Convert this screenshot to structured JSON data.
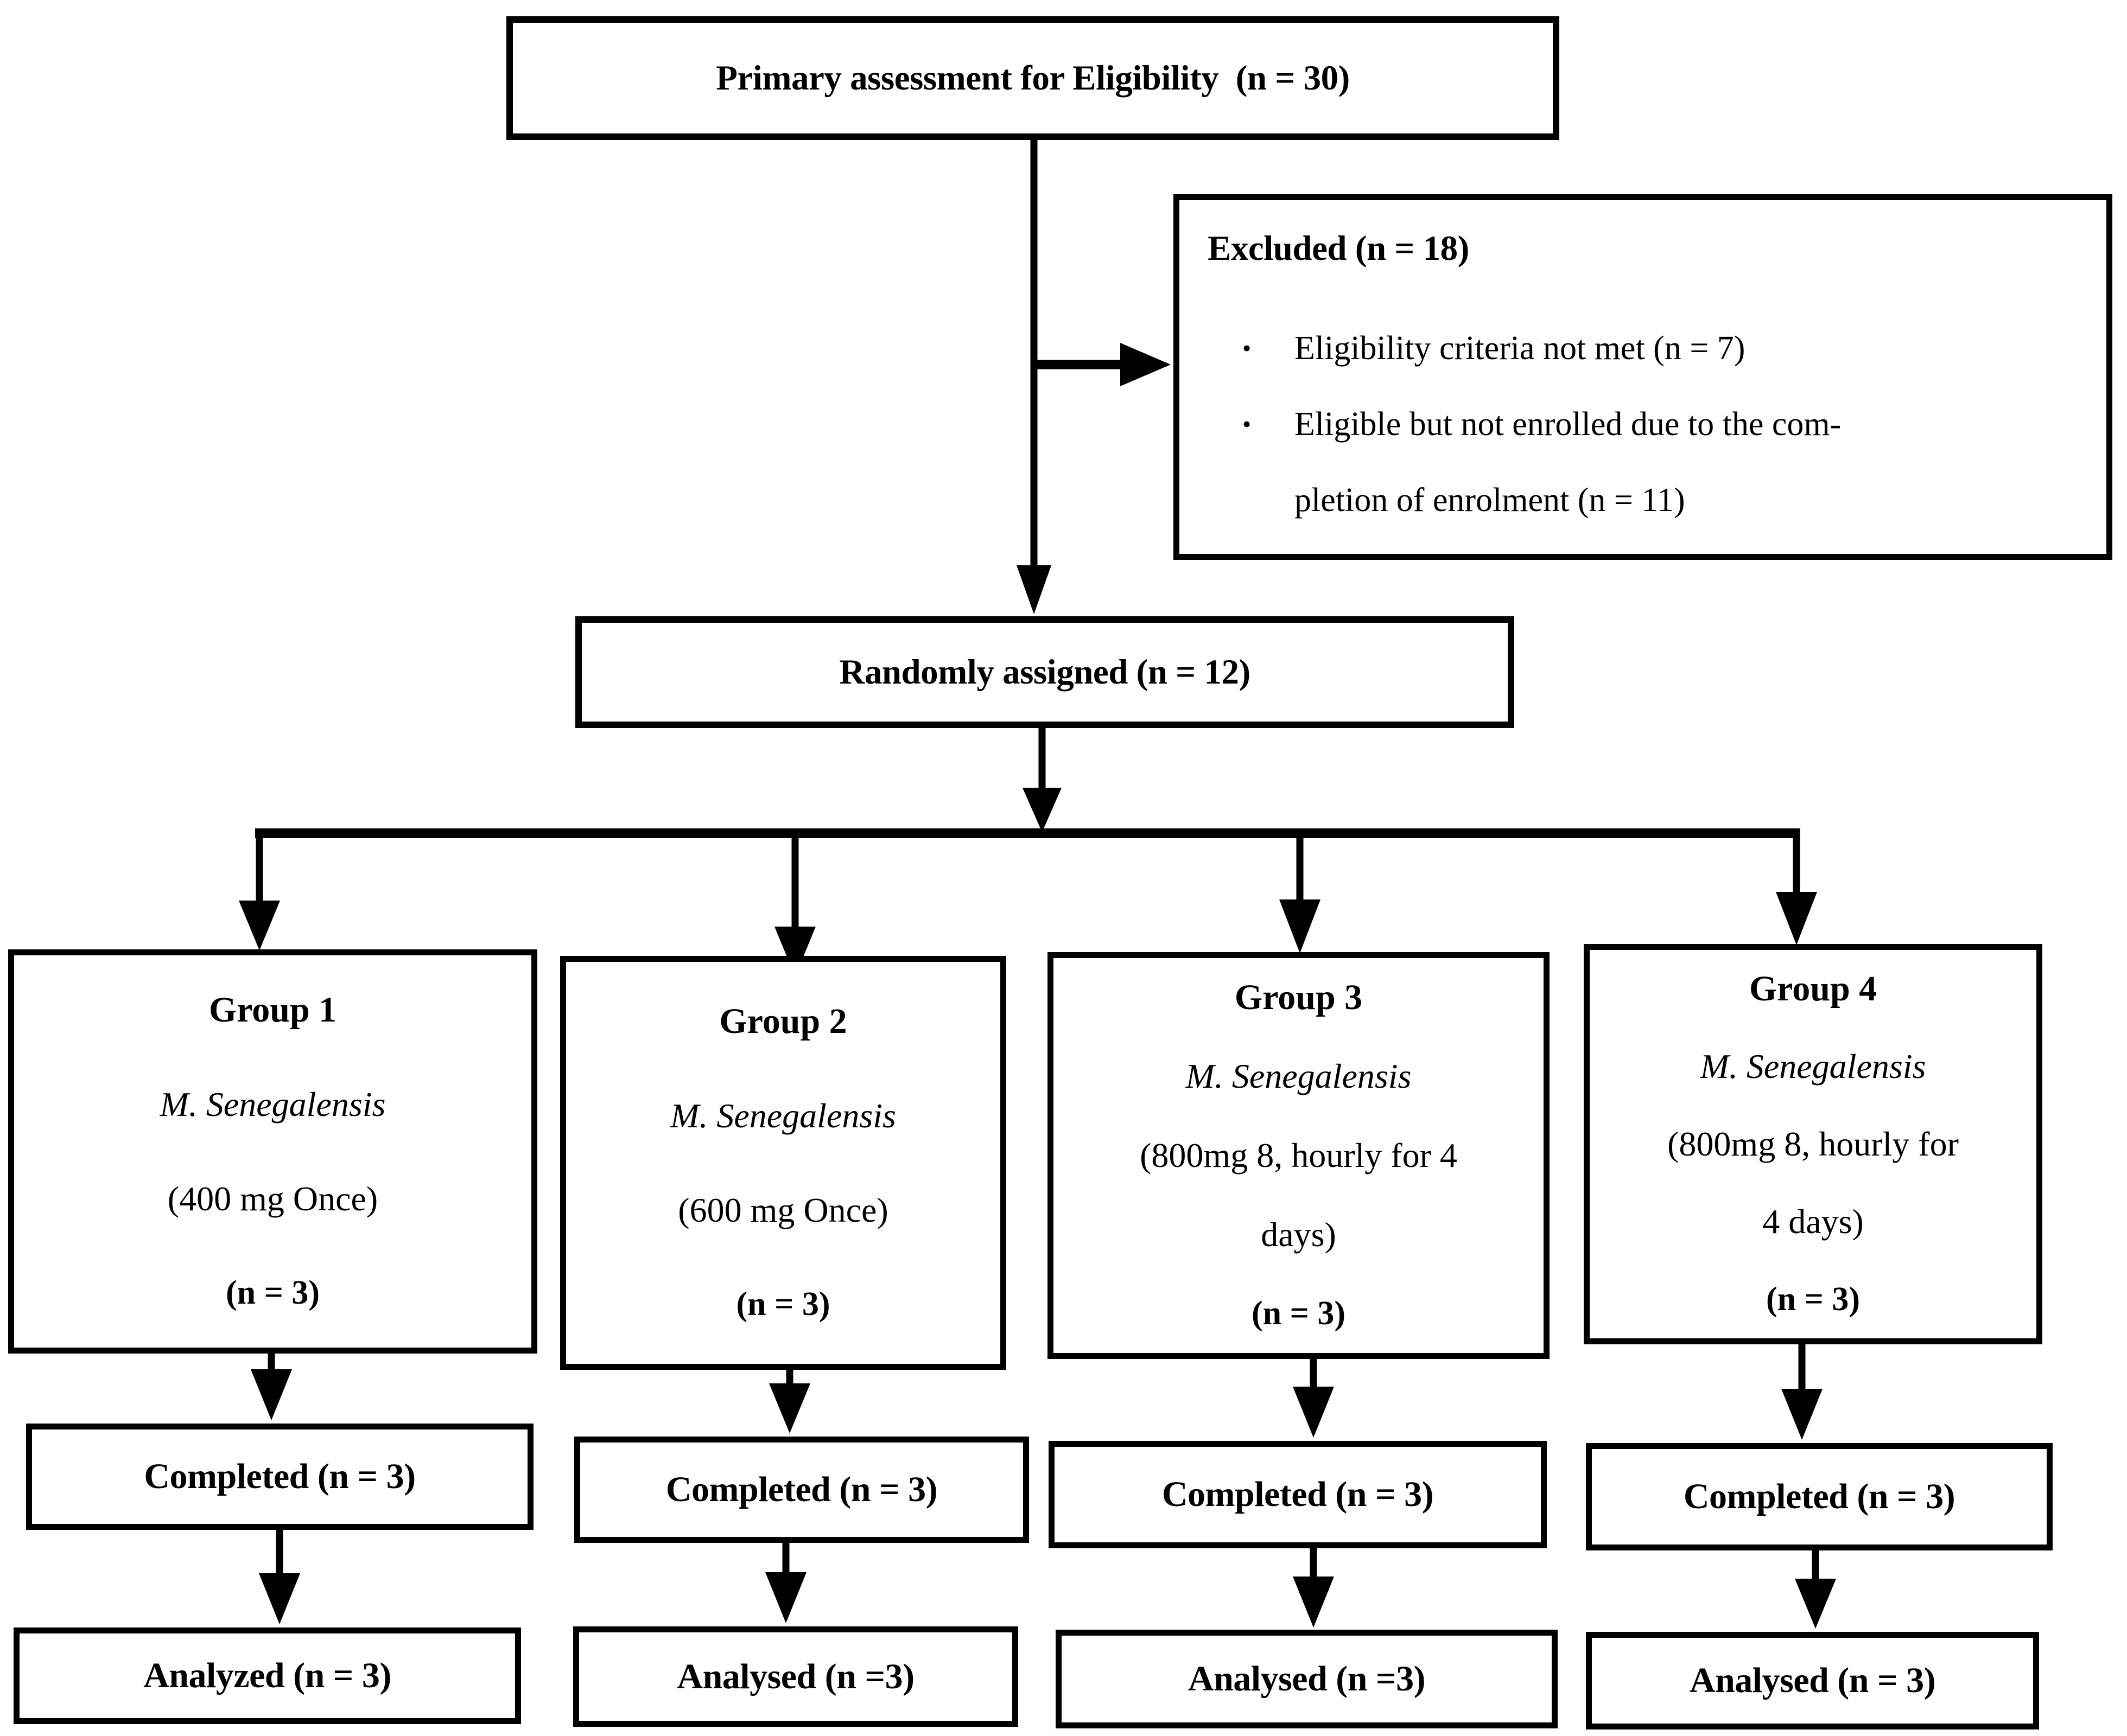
{
  "colors": {
    "ink": "#000000",
    "background": "#ffffff"
  },
  "flow": {
    "bullet_glyph": "•",
    "primary_label": "Primary assessment for Eligibility  (n = 30)",
    "excluded": {
      "title": "Excluded (n = 18)",
      "bullets": [
        {
          "lines": [
            "Eligibility criteria not met (n = 7)"
          ]
        },
        {
          "lines": [
            "Eligible but not enrolled due to the com-",
            "pletion of enrolment (n = 11)"
          ]
        }
      ]
    },
    "random_label": "Randomly assigned (n = 12)",
    "groups": [
      {
        "title": "Group 1",
        "species": "M. Senegalensis",
        "dose_lines": [
          "(400 mg Once)"
        ],
        "n_label": "(n = 3)",
        "completed_label": "Completed (n = 3)",
        "analyzed_label": "Analyzed (n = 3)"
      },
      {
        "title": "Group 2",
        "species": "M. Senegalensis",
        "dose_lines": [
          "(600 mg Once)"
        ],
        "n_label": "(n = 3)",
        "completed_label": "Completed (n = 3)",
        "analyzed_label": "Analysed (n =3)"
      },
      {
        "title": "Group 3",
        "species": "M. Senegalensis",
        "dose_lines": [
          "(800mg 8, hourly for 4",
          "days)"
        ],
        "n_label": "(n = 3)",
        "completed_label": "Completed (n = 3)",
        "analyzed_label": "Analysed (n =3)"
      },
      {
        "title": "Group 4",
        "species": "M. Senegalensis",
        "dose_lines": [
          "(800mg 8, hourly for",
          "4 days)"
        ],
        "n_label": "(n = 3)",
        "completed_label": "Completed (n = 3)",
        "analyzed_label": "Analysed (n = 3)"
      }
    ]
  }
}
